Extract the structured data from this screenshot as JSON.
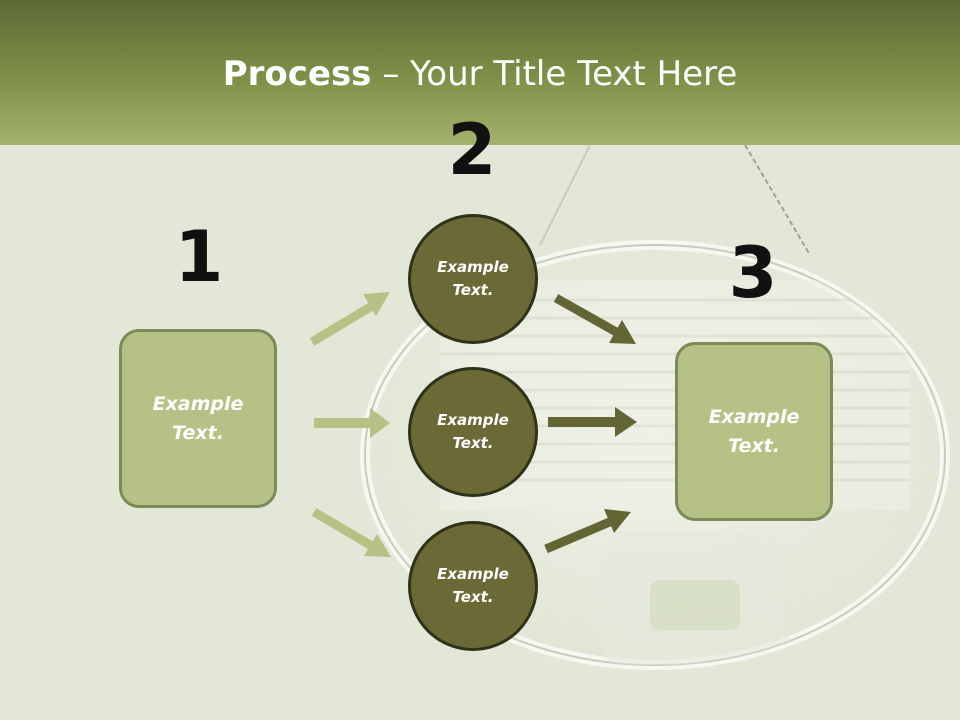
{
  "header": {
    "title_bold": "Process",
    "title_rest": " – Your Title Text Here"
  },
  "steps": {
    "step1_number": "1",
    "step2_number": "2",
    "step3_number": "3"
  },
  "nodes": {
    "left_box_text": "Example Text.",
    "circle_top_text": "Example Text.",
    "circle_middle_text": "Example Text.",
    "circle_bottom_text": "Example Text.",
    "right_box_text": "Example Text."
  },
  "colors": {
    "header_dark": "#5c6a35",
    "header_light": "#a4b36e",
    "background": "#e3e7d8",
    "box_fill": "#b5c185",
    "circle_fill": "#6b6a37",
    "arrow_light": "#b5c185",
    "arrow_dark": "#646534"
  }
}
